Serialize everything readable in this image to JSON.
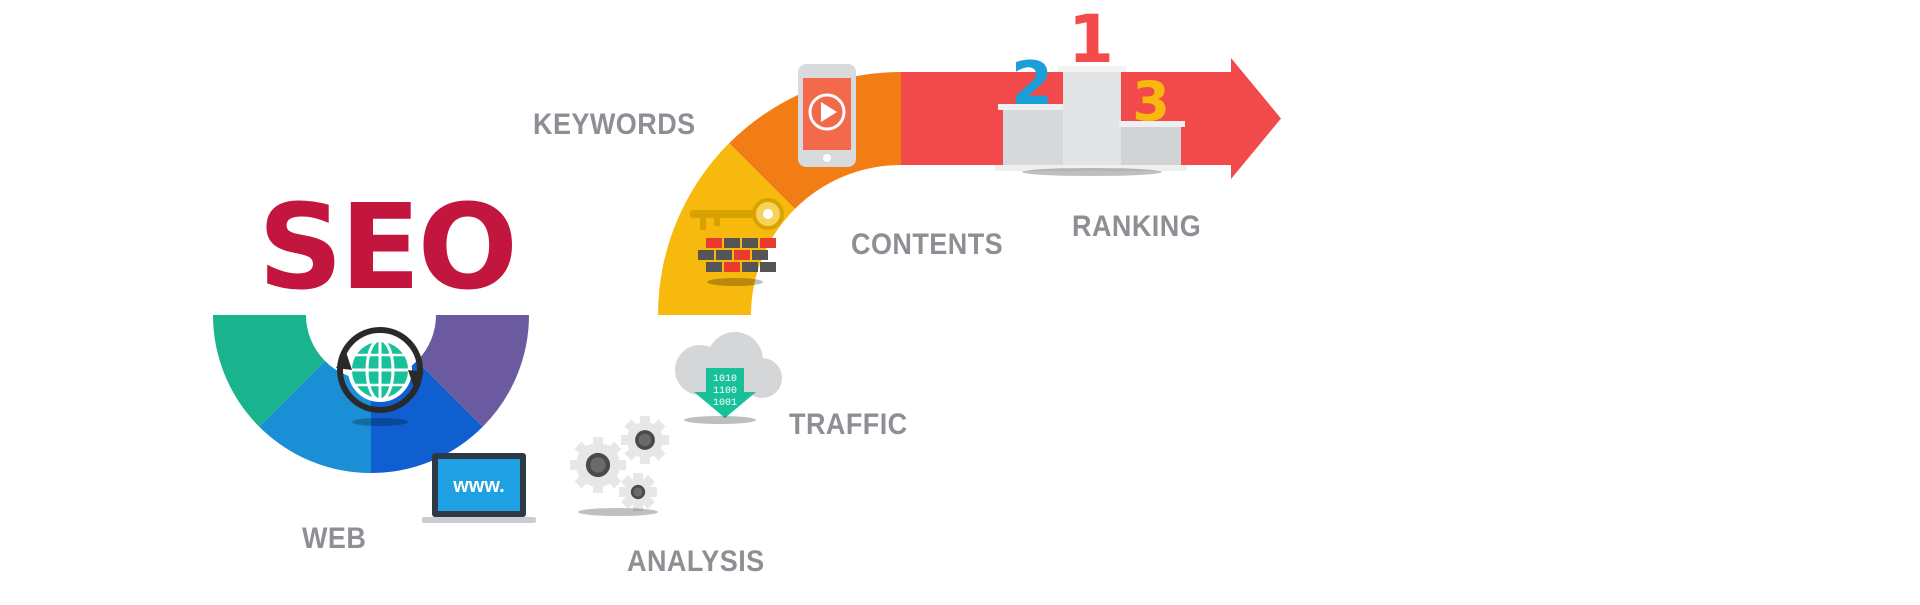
{
  "title": "SEO",
  "steps": [
    {
      "label": "WEB",
      "icon": "globe-icon",
      "color": "#19b38d"
    },
    {
      "label": "www.",
      "icon": "laptop-icon",
      "color": "#1b8fd6"
    },
    {
      "label": "ANALYSIS",
      "icon": "gears-icon",
      "color": "#0f5fd0"
    },
    {
      "label": "TRAFFIC",
      "icon": "cloud-download-icon",
      "color": "#6b5aa0"
    },
    {
      "label": "KEYWORDS",
      "icon": "key-icon",
      "color": "#f7b90e"
    },
    {
      "label": "CONTENTS",
      "icon": "smartphone-play-icon",
      "color": "#f27d14"
    },
    {
      "label": "RANKING",
      "icon": "podium-icon",
      "color": "#f24a4a"
    }
  ],
  "cloud_binary": [
    "1010",
    "1100",
    "1001"
  ],
  "podium_places": [
    "1",
    "2",
    "3"
  ],
  "colors": {
    "seo": "#c3163f",
    "label": "#8e8f95",
    "place1": "#f44a4a",
    "place2": "#1b9fd8",
    "place3": "#f7b90e"
  }
}
